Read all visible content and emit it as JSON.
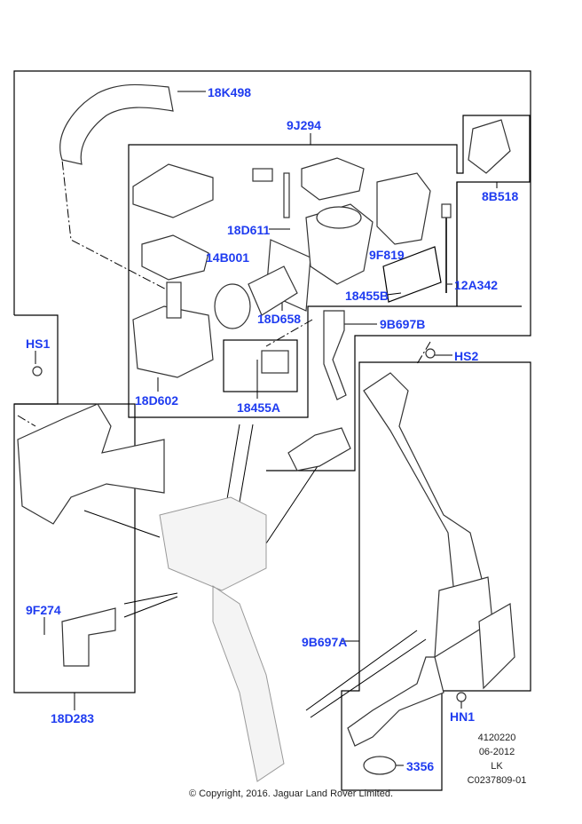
{
  "diagram": {
    "part_labels": {
      "p18K498": "18K498",
      "p9J294": "9J294",
      "p8B518": "8B518",
      "p18D611": "18D611",
      "p14B001": "14B001",
      "p9F819": "9F819",
      "p12A342": "12A342",
      "p18455B": "18455B",
      "p18D658": "18D658",
      "p9B697B": "9B697B",
      "pHS1": "HS1",
      "pHS2": "HS2",
      "p18D602": "18D602",
      "p18455A": "18455A",
      "p9F274": "9F274",
      "p9B697A": "9B697A",
      "p18D283": "18D283",
      "pHN1": "HN1",
      "p3356": "3356"
    },
    "label_color": "#1f3cf0",
    "meta": {
      "ref": "4120220",
      "date": "06-2012",
      "author": "LK",
      "code": "C0237809-01"
    },
    "copyright": "© Copyright, 2016. Jaguar Land Rover Limited."
  }
}
